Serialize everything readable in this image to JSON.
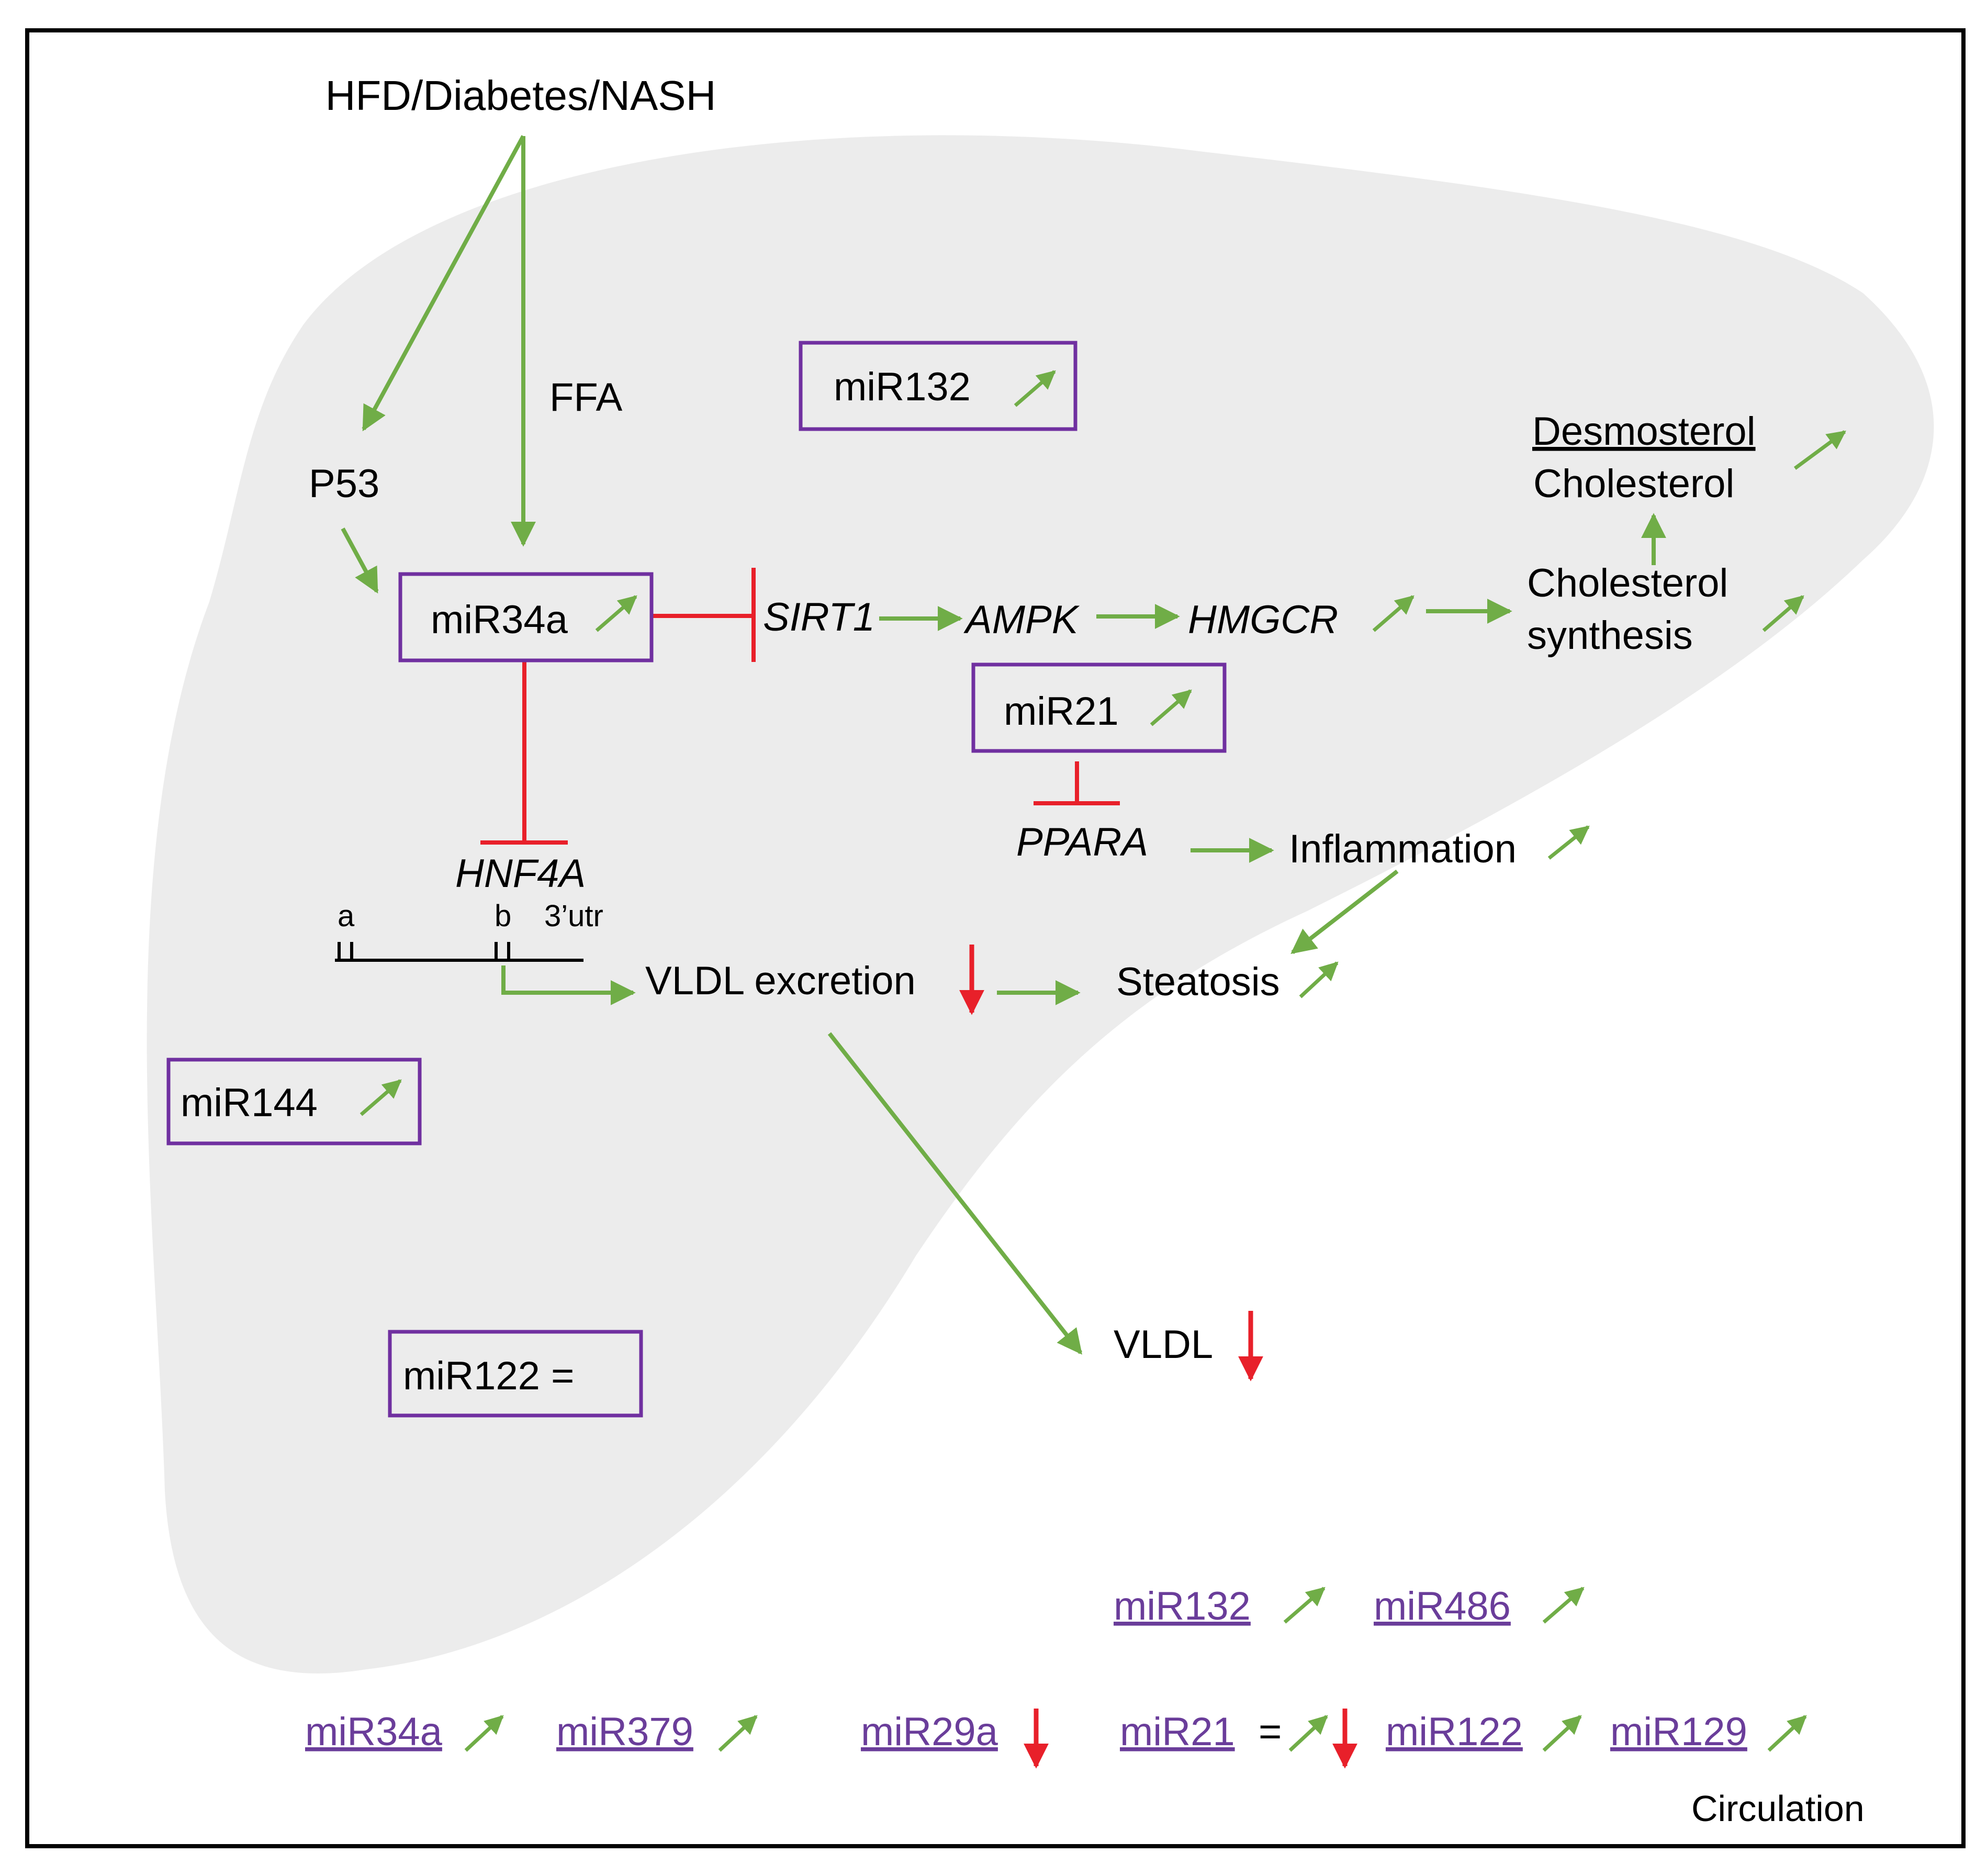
{
  "colors": {
    "activation": "#70ad47",
    "inhibition": "#e8202a",
    "box_border": "#7030a0",
    "circulating_mirna": "#6a3d9a",
    "liver_fill": "#ececec",
    "frame": "#000000"
  },
  "labels": {
    "trigger": "HFD/Diabetes/NASH",
    "ffa": "FFA",
    "p53": "P53",
    "sirt1": "SIRT1",
    "ampk": "AMPK",
    "hmgcr": "HMGCR",
    "desmosterol": "Desmosterol",
    "cholesterol": "Cholesterol",
    "cholesterol_synthesis_1": "Cholesterol",
    "cholesterol_synthesis_2": "synthesis",
    "ppara": "PPARA",
    "inflammation": "Inflammation",
    "hnf4a": "HNF4A",
    "site_a": "a",
    "site_b": "b",
    "utr": "3’utr",
    "vldl_excretion": "VLDL excretion",
    "steatosis": "Steatosis",
    "vldl": "VLDL",
    "circulation": "Circulation"
  },
  "liver_mirnas": {
    "mir132": "miR132",
    "mir34a": "miR34a",
    "mir21": "miR21",
    "mir144": "miR144",
    "mir122": "miR122 ="
  },
  "circulating_mirnas": {
    "mir132": "miR132",
    "mir486": "miR486",
    "mir34a": "miR34a",
    "mir379": "miR379",
    "mir29a": "miR29a",
    "mir21": "miR21",
    "mir21_eq": "=",
    "mir122": "miR122",
    "mir129": "miR129"
  },
  "icons": {
    "increase": "up-right-arrow-icon",
    "decrease": "down-arrow-icon"
  }
}
